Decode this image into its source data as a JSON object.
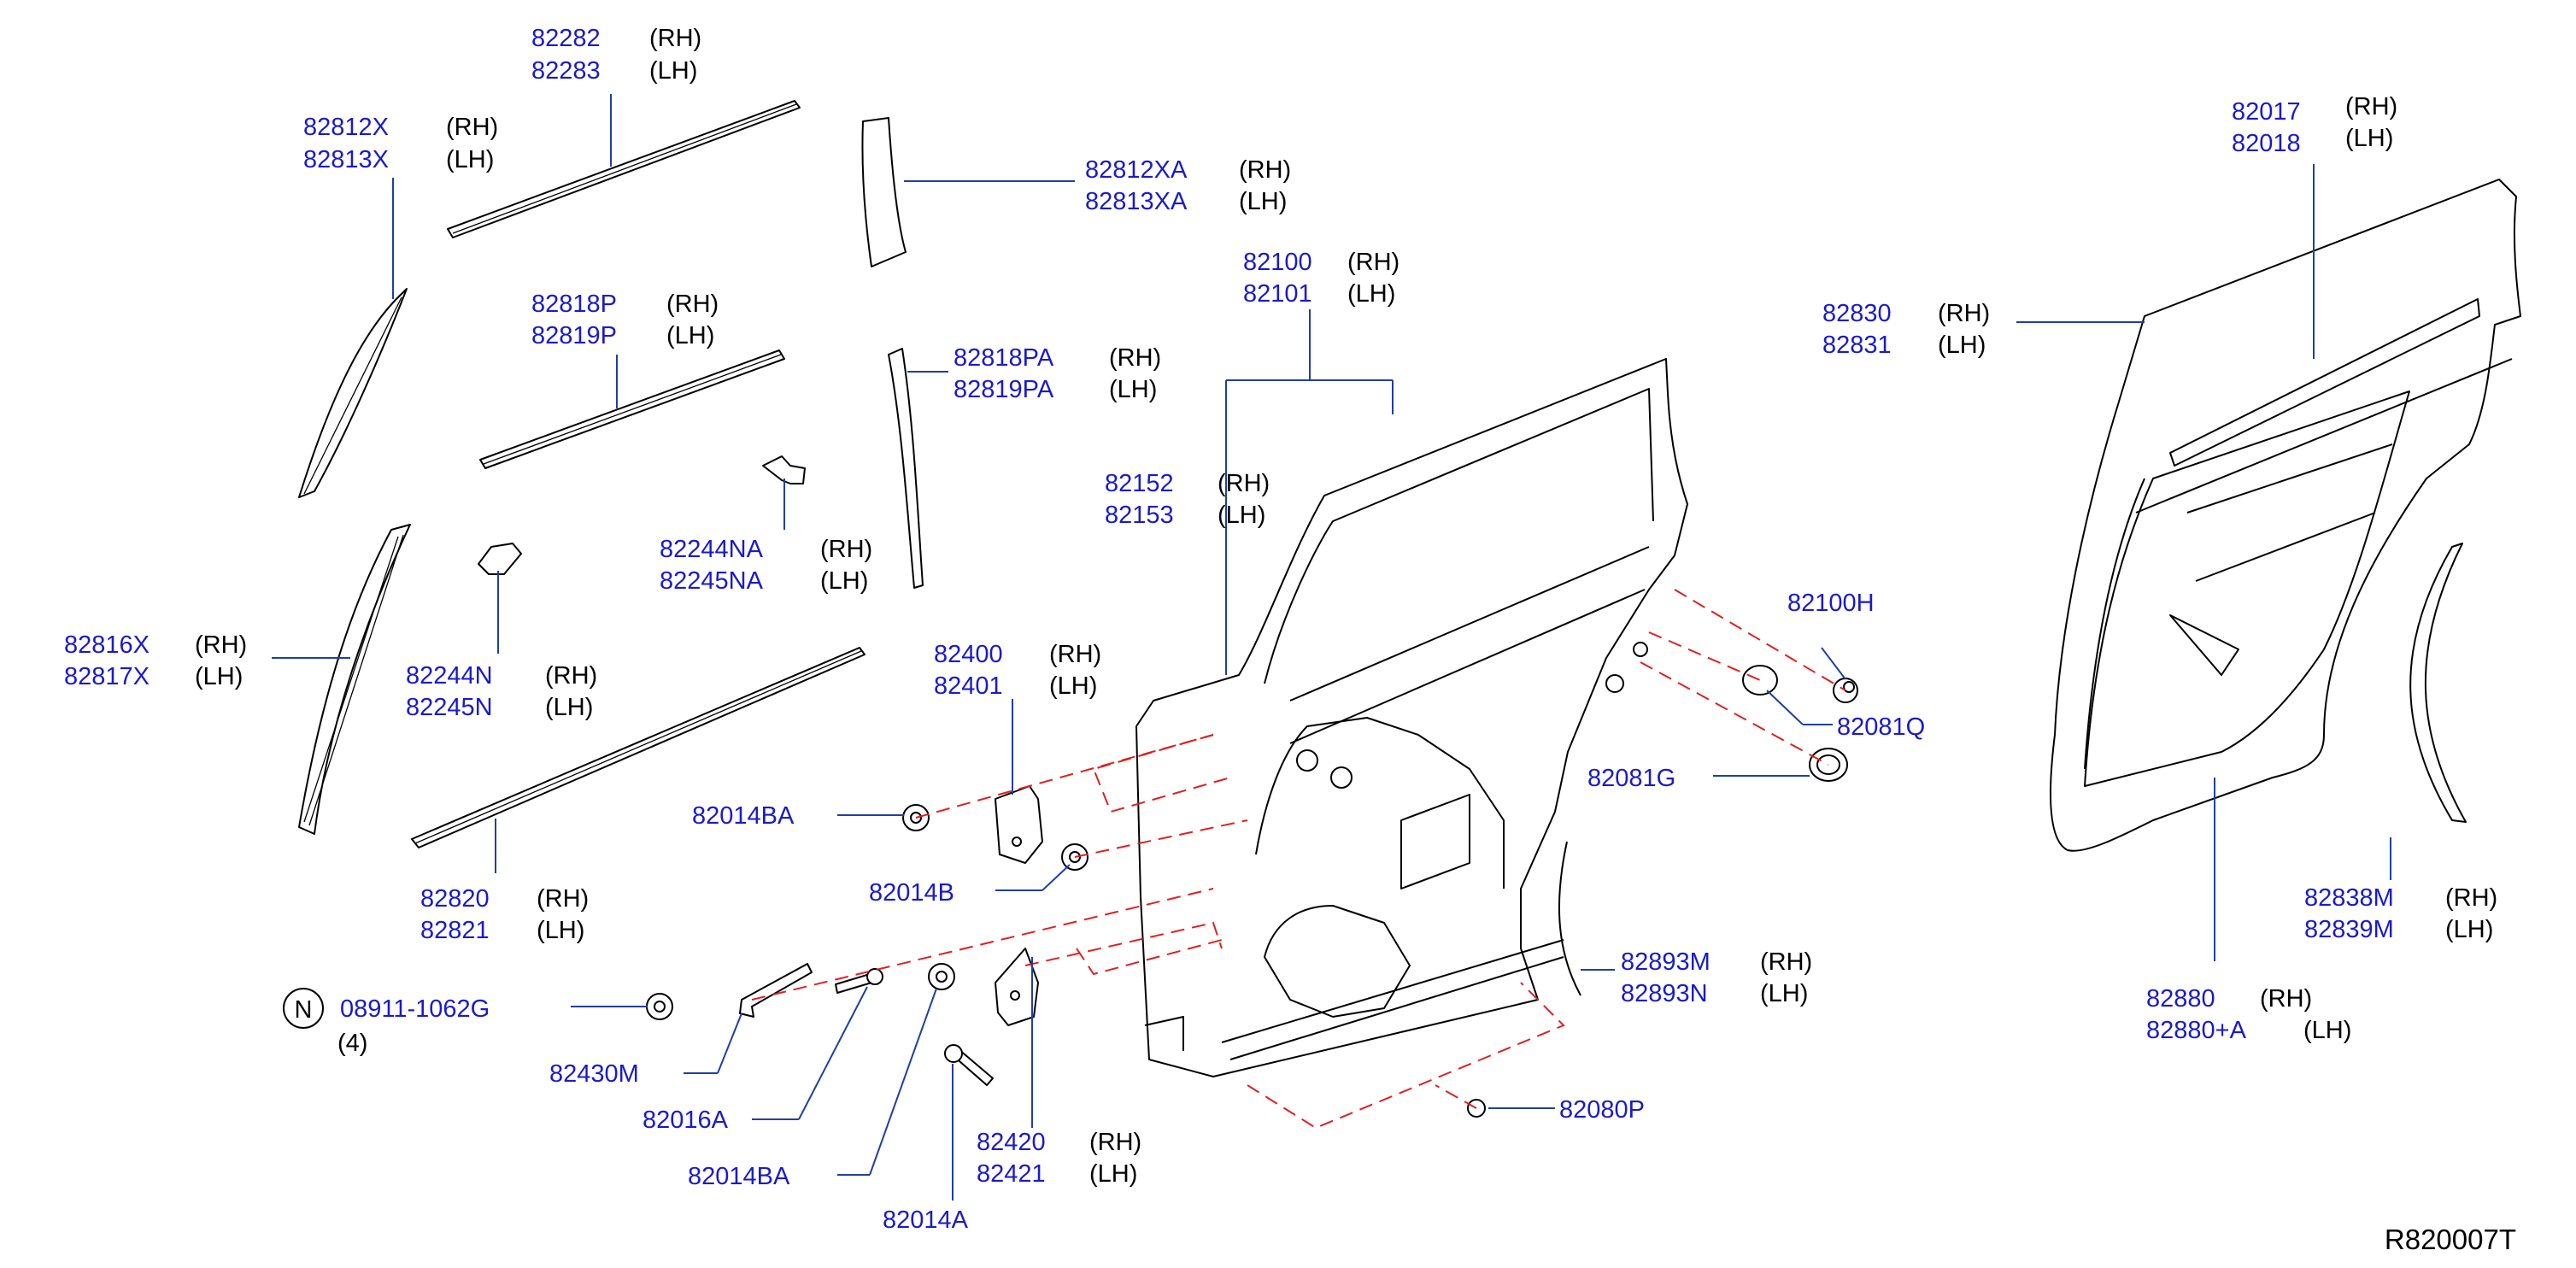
{
  "diagram_id": "R820007T",
  "note_symbol": "N",
  "labels": {
    "l82282": {
      "parts": [
        "82282",
        "82283"
      ],
      "sides": [
        "(RH)",
        "(LH)"
      ]
    },
    "l82812X": {
      "parts": [
        "82812X",
        "82813X"
      ],
      "sides": [
        "(RH)",
        "(LH)"
      ]
    },
    "l82812XA": {
      "parts": [
        "82812XA",
        "82813XA"
      ],
      "sides": [
        "(RH)",
        "(LH)"
      ]
    },
    "l82818P": {
      "parts": [
        "82818P",
        "82819P"
      ],
      "sides": [
        "(RH)",
        "(LH)"
      ]
    },
    "l82818PA": {
      "parts": [
        "82818PA",
        "82819PA"
      ],
      "sides": [
        "(RH)",
        "(LH)"
      ]
    },
    "l82100": {
      "parts": [
        "82100",
        "82101"
      ],
      "sides": [
        "(RH)",
        "(LH)"
      ]
    },
    "l82152": {
      "parts": [
        "82152",
        "82153"
      ],
      "sides": [
        "(RH)",
        "(LH)"
      ]
    },
    "l82244NA": {
      "parts": [
        "82244NA",
        "82245NA"
      ],
      "sides": [
        "(RH)",
        "(LH)"
      ]
    },
    "l82244N": {
      "parts": [
        "82244N",
        "82245N"
      ],
      "sides": [
        "(RH)",
        "(LH)"
      ]
    },
    "l82816X": {
      "parts": [
        "82816X",
        "82817X"
      ],
      "sides": [
        "(RH)",
        "(LH)"
      ]
    },
    "l82400": {
      "parts": [
        "82400",
        "82401"
      ],
      "sides": [
        "(RH)",
        "(LH)"
      ]
    },
    "l82820": {
      "parts": [
        "82820",
        "82821"
      ],
      "sides": [
        "(RH)",
        "(LH)"
      ]
    },
    "l82420": {
      "parts": [
        "82420",
        "82421"
      ],
      "sides": [
        "(RH)",
        "(LH)"
      ]
    },
    "l82893M": {
      "parts": [
        "82893M",
        "82893N"
      ],
      "sides": [
        "(RH)",
        "(LH)"
      ]
    },
    "l82017": {
      "parts": [
        "82017",
        "82018"
      ],
      "sides": [
        "(RH)",
        "(LH)"
      ]
    },
    "l82830": {
      "parts": [
        "82830",
        "82831"
      ],
      "sides": [
        "(RH)",
        "(LH)"
      ]
    },
    "l82838M": {
      "parts": [
        "82838M",
        "82839M"
      ],
      "sides": [
        "(RH)",
        "(LH)"
      ]
    },
    "l82880": {
      "parts": [
        "82880",
        "82880+A"
      ],
      "sides": [
        "(RH)",
        "(LH)"
      ]
    },
    "l82100H": {
      "parts": [
        "82100H"
      ]
    },
    "l82081Q": {
      "parts": [
        "82081Q"
      ]
    },
    "l82081G": {
      "parts": [
        "82081G"
      ]
    },
    "l82014BA_a": {
      "parts": [
        "82014BA"
      ]
    },
    "l82014B": {
      "parts": [
        "82014B"
      ]
    },
    "l08911": {
      "parts": [
        "08911-1062G"
      ],
      "qty": "(4)"
    },
    "l82430M": {
      "parts": [
        "82430M"
      ]
    },
    "l82016A": {
      "parts": [
        "82016A"
      ]
    },
    "l82014BA_b": {
      "parts": [
        "82014BA"
      ]
    },
    "l82014A": {
      "parts": [
        "82014A"
      ]
    },
    "l82080P": {
      "parts": [
        "82080P"
      ]
    }
  }
}
